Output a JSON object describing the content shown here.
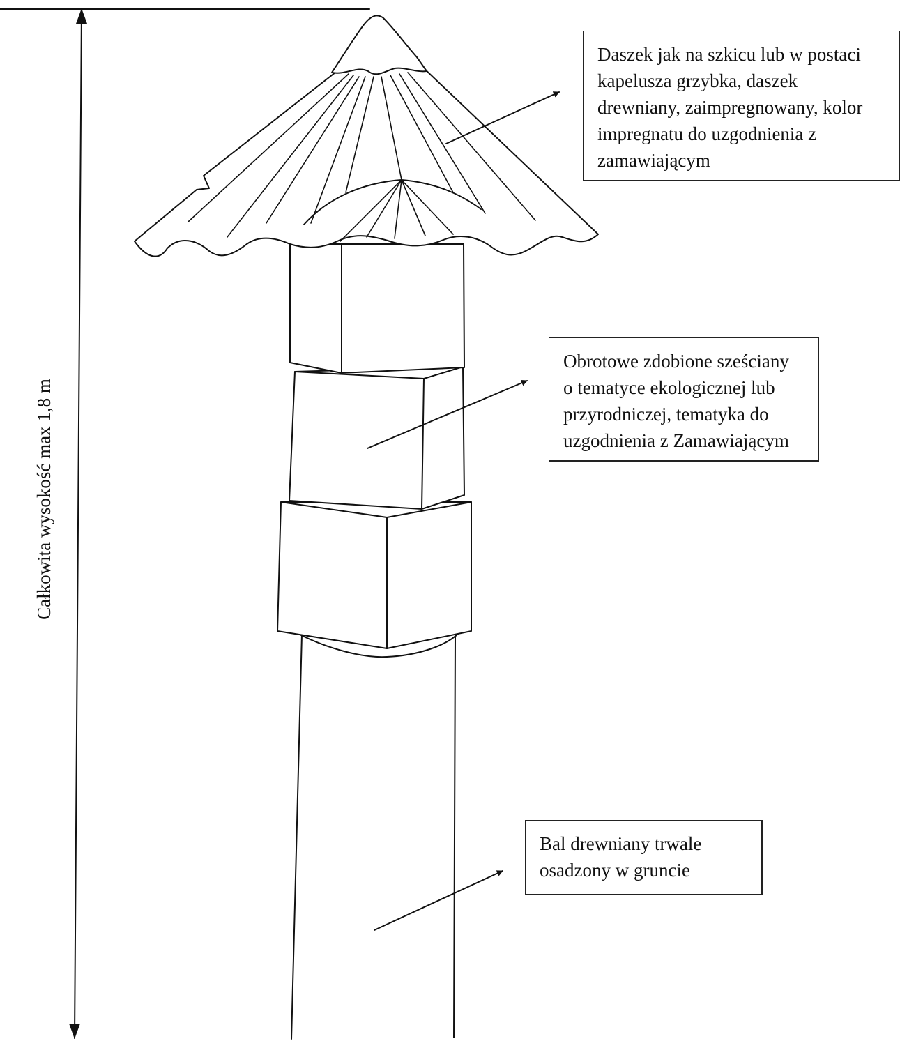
{
  "dimension": {
    "label": "Całkowita wysokość  max 1,8 m"
  },
  "callouts": {
    "roof": "Daszek jak na szkicu lub w postaci\nkapelusza grzybka, daszek\ndrewniany, zaimpregnowany, kolor\nimpregnatu do uzgodnienia z\nzamawiającym",
    "cubes": "Obrotowe zdobione sześciany\no tematyce ekologicznej lub\nprzyrodniczej, tematyka do\nuzgodnienia z Zamawiającym",
    "log": "Bal drewniany trwale\nosadzony w gruncie"
  }
}
